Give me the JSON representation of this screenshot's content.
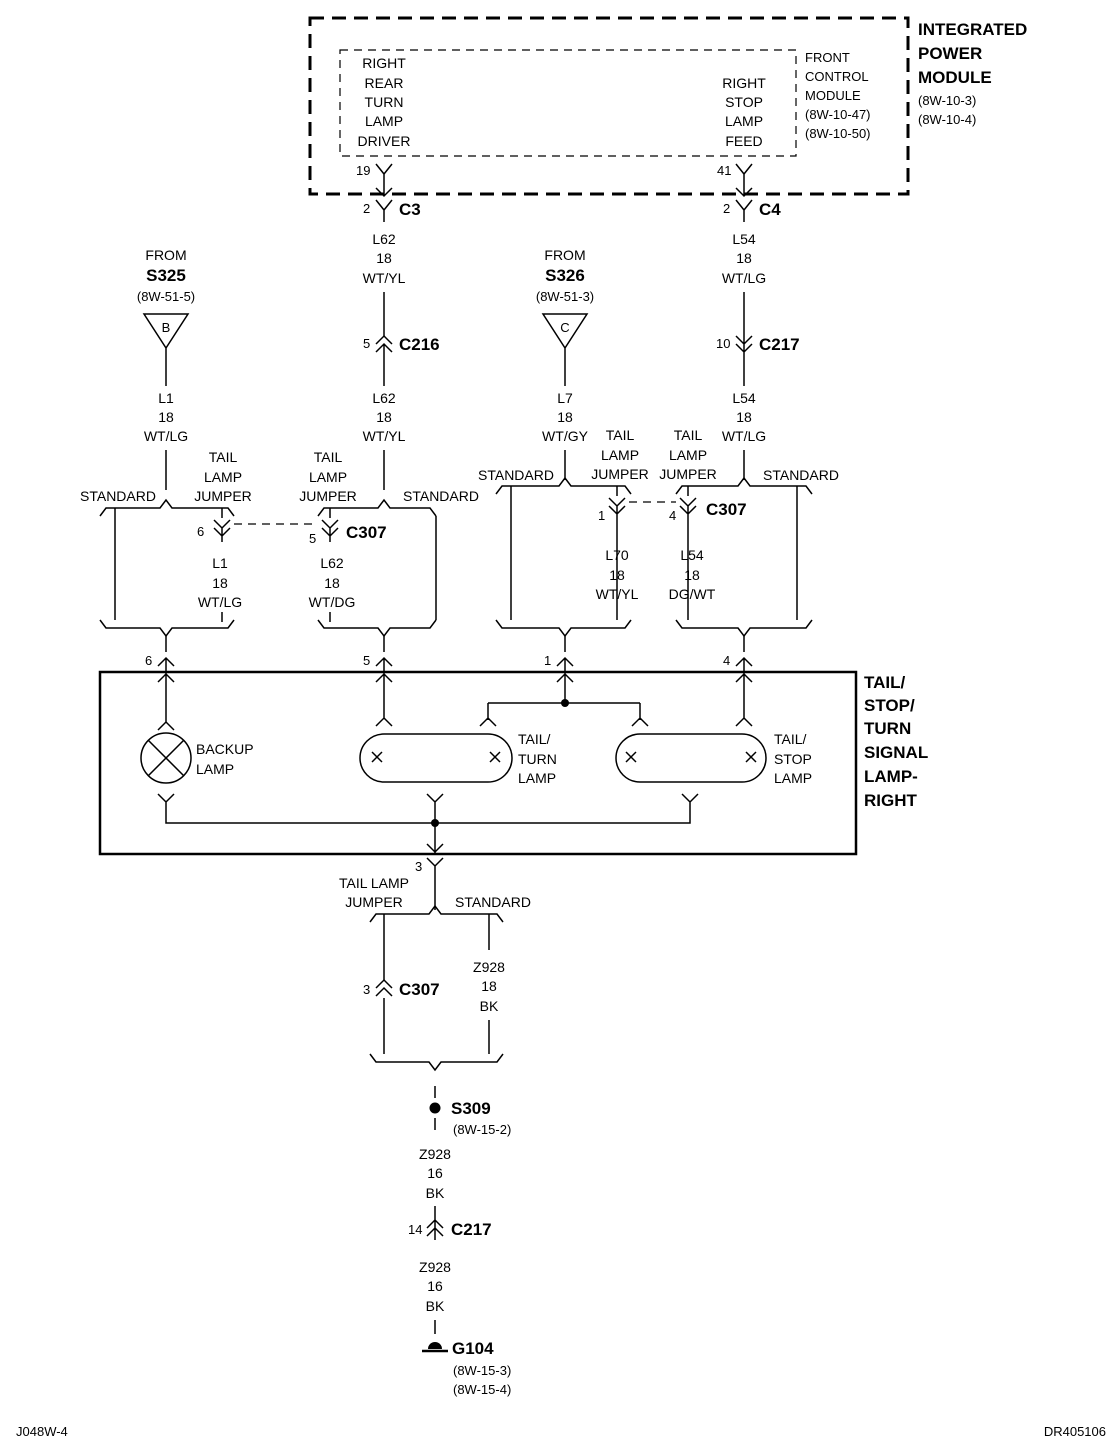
{
  "ipm": {
    "title": [
      "INTEGRATED",
      "POWER",
      "MODULE"
    ],
    "refs": [
      "(8W-10-3)",
      "(8W-10-4)"
    ],
    "fcm_title": [
      "FRONT",
      "CONTROL",
      "MODULE"
    ],
    "fcm_refs": [
      "(8W-10-47)",
      "(8W-10-50)"
    ],
    "left_func": [
      "RIGHT",
      "REAR",
      "TURN",
      "LAMP",
      "DRIVER"
    ],
    "right_func": [
      "RIGHT",
      "STOP",
      "LAMP",
      "FEED"
    ],
    "pin_left": "19",
    "pin_right": "41"
  },
  "connectors": {
    "c3": {
      "label": "C3",
      "pin": "2"
    },
    "c4": {
      "label": "C4",
      "pin": "2"
    },
    "c216": {
      "label": "C216",
      "pin": "5"
    },
    "c217a": {
      "label": "C217",
      "pin": "10"
    },
    "c307a": {
      "label": "C307",
      "pin_a": "6",
      "pin_b": "5"
    },
    "c307b": {
      "label": "C307",
      "pin_a": "1",
      "pin_b": "4"
    },
    "c307c": {
      "label": "C307",
      "pin": "3"
    },
    "c217b": {
      "label": "C217",
      "pin": "14"
    }
  },
  "splices": {
    "s325": {
      "from": "FROM",
      "name": "S325",
      "ref": "(8W-51-5)",
      "letter": "B"
    },
    "s326": {
      "from": "FROM",
      "name": "S326",
      "ref": "(8W-51-3)",
      "letter": "C"
    },
    "s309": {
      "name": "S309",
      "ref": "(8W-15-2)"
    },
    "g104": {
      "name": "G104",
      "refs": [
        "(8W-15-3)",
        "(8W-15-4)"
      ]
    }
  },
  "wires": {
    "l62_top": [
      "L62",
      "18",
      "WT/YL"
    ],
    "l62_mid": [
      "L62",
      "18",
      "WT/YL"
    ],
    "l54_top": [
      "L54",
      "18",
      "WT/LG"
    ],
    "l54_mid": [
      "L54",
      "18",
      "WT/LG"
    ],
    "l1_top": [
      "L1",
      "18",
      "WT/LG"
    ],
    "l1_jump": [
      "L1",
      "18",
      "WT/LG"
    ],
    "l62_jump": [
      "L62",
      "18",
      "WT/DG"
    ],
    "l7": [
      "L7",
      "18",
      "WT/GY"
    ],
    "l70": [
      "L70",
      "18",
      "WT/YL"
    ],
    "l54_jump": [
      "L54",
      "18",
      "DG/WT"
    ],
    "z928_a": [
      "Z928",
      "18",
      "BK"
    ],
    "z928_b": [
      "Z928",
      "16",
      "BK"
    ],
    "z928_c": [
      "Z928",
      "16",
      "BK"
    ]
  },
  "options": {
    "standard": "STANDARD",
    "tail_lamp_jumper": [
      "TAIL",
      "LAMP",
      "JUMPER"
    ],
    "tail_lamp_jumper_short": [
      "TAIL LAMP",
      "JUMPER"
    ]
  },
  "lamp_module": {
    "title": [
      "TAIL/",
      "STOP/",
      "TURN",
      "SIGNAL",
      "LAMP-",
      "RIGHT"
    ],
    "pins": [
      "6",
      "5",
      "1",
      "4",
      "3"
    ],
    "backup": [
      "BACKUP",
      "LAMP"
    ],
    "tail_turn": [
      "TAIL/",
      "TURN",
      "LAMP"
    ],
    "tail_stop": [
      "TAIL/",
      "STOP",
      "LAMP"
    ]
  },
  "footer": {
    "left": "J048W-4",
    "right": "DR405106"
  }
}
